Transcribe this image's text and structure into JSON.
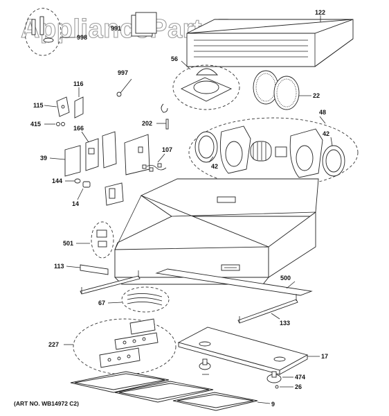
{
  "watermark": "AppliancePartsPros.com",
  "art_number": "(ART NO. WB14972 C2)",
  "callouts": {
    "c998": "998",
    "c991": "991",
    "c122": "122",
    "c997": "997",
    "c56": "56",
    "c116": "116",
    "c115": "115",
    "c22": "22",
    "c415": "415",
    "c202": "202",
    "c48": "48",
    "c166": "166",
    "c42a": "42",
    "c39": "39",
    "c107": "107",
    "c42b": "42",
    "c144": "144",
    "c14": "14",
    "c501": "501",
    "c113": "113",
    "c500": "500",
    "c67": "67",
    "c133": "133",
    "c227": "227",
    "c17": "17",
    "c474": "474",
    "c26": "26",
    "c9": "9"
  }
}
